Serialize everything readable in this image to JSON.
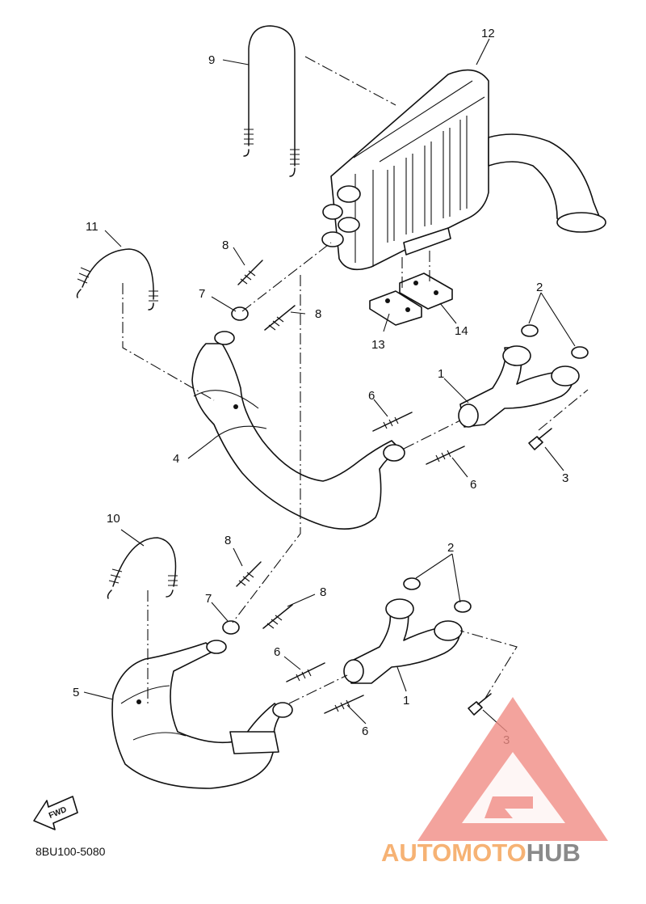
{
  "diagram_code": "8BU100-5080",
  "fwd_label": "FWD",
  "watermark": {
    "part1": "AUTO",
    "part2": "MOTO",
    "part3": "HUB",
    "color_red": "#f08c84",
    "color_orange": "#f6b274",
    "color_gray": "#8a8a8a"
  },
  "callouts": {
    "c1a": "1",
    "c1b": "1",
    "c2a": "2",
    "c2b": "2",
    "c3a": "3",
    "c3b": "3",
    "c4": "4",
    "c5": "5",
    "c6a": "6",
    "c6b": "6",
    "c6c": "6",
    "c6d": "6",
    "c7a": "7",
    "c7b": "7",
    "c8a": "8",
    "c8b": "8",
    "c8c": "8",
    "c8d": "8",
    "c9": "9",
    "c10": "10",
    "c11": "11",
    "c12": "12",
    "c13": "13",
    "c14": "14"
  }
}
